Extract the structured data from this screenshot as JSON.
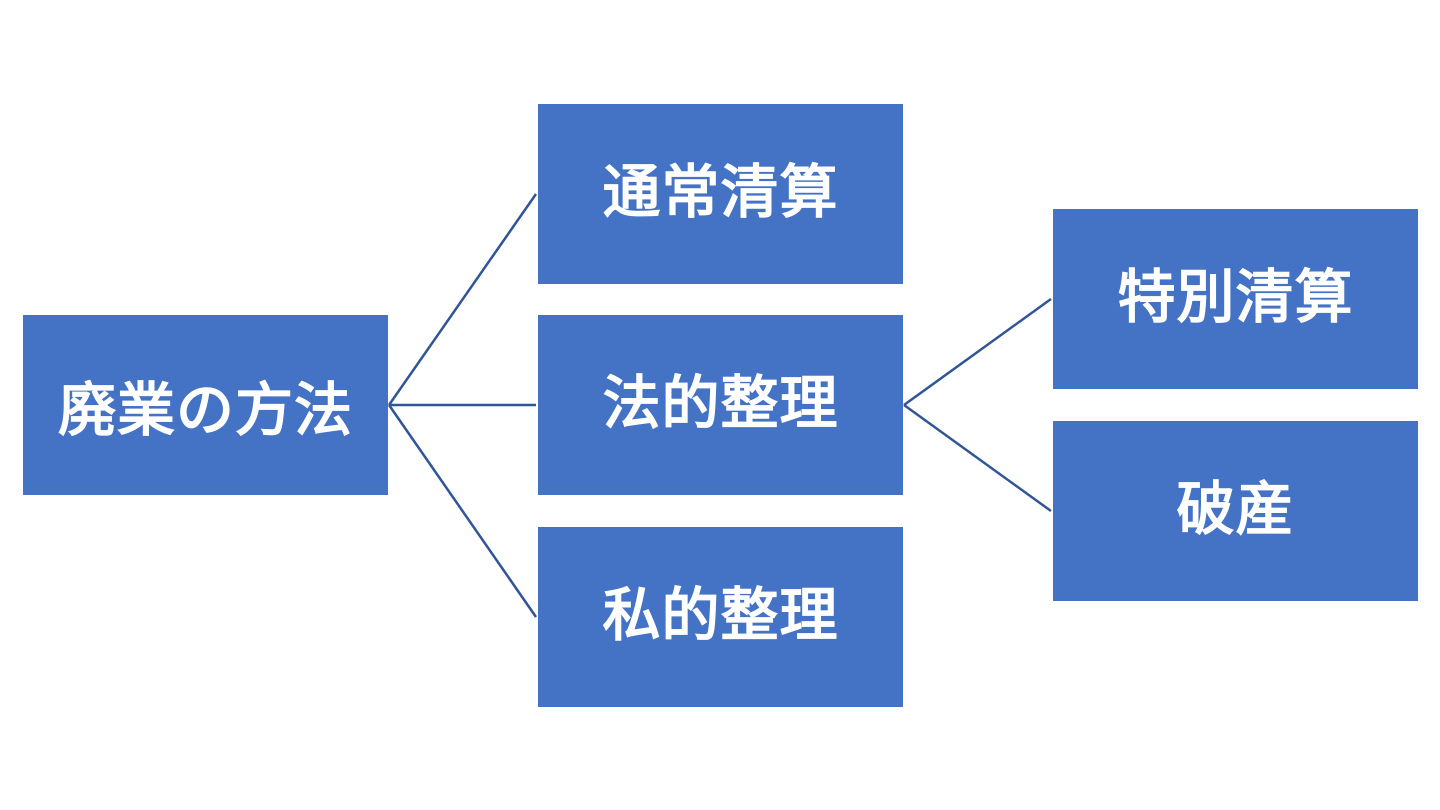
{
  "diagram": {
    "nodes": {
      "root": "廃業の方法",
      "normal_liquidation": "通常清算",
      "legal_arrangement": "法的整理",
      "private_arrangement": "私的整理",
      "special_liquidation": "特別清算",
      "bankruptcy": "破産"
    },
    "colors": {
      "box_fill": "#4472c4",
      "box_text": "#ffffff",
      "connector": "#2f5597"
    }
  }
}
